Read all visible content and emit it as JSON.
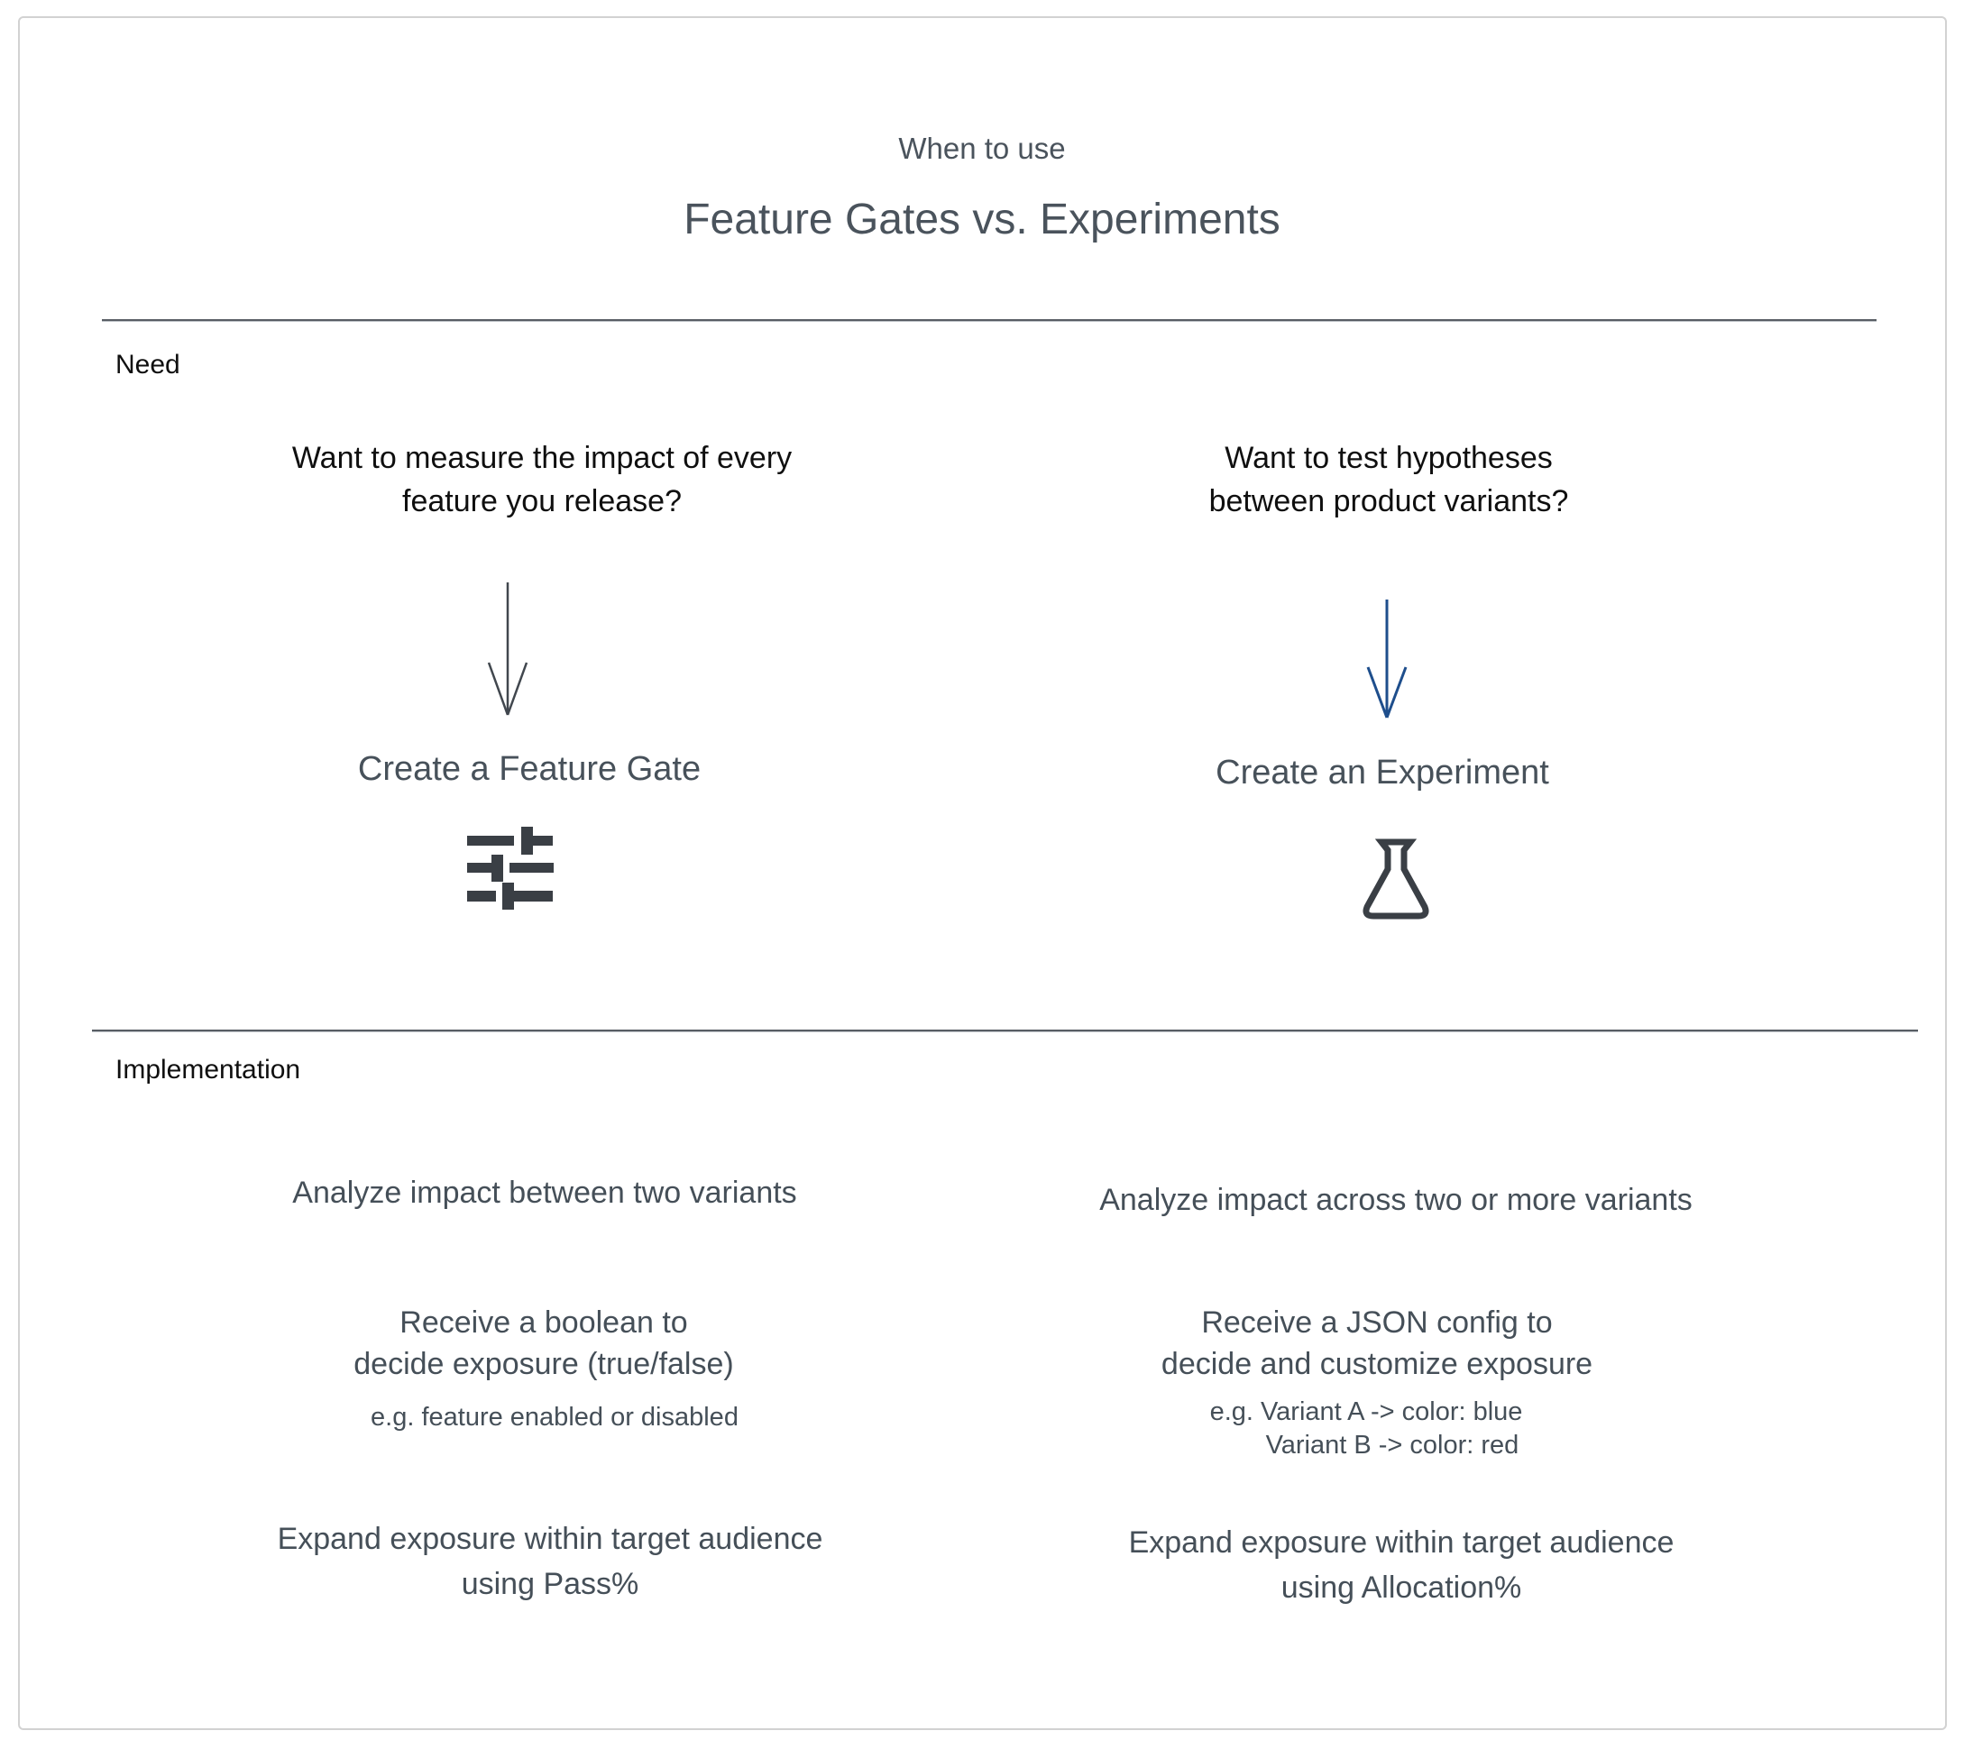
{
  "header": {
    "eyebrow": "When to use",
    "title": "Feature Gates vs. Experiments"
  },
  "sections": {
    "need": {
      "label": "Need",
      "left": {
        "question_line1": "Want to measure the impact of every",
        "question_line2": "feature you release?",
        "cta": "Create a Feature Gate",
        "icon": "tune-sliders-icon"
      },
      "right": {
        "question_line1": "Want to test hypotheses",
        "question_line2": "between product variants?",
        "cta": "Create an Experiment",
        "icon": "flask-icon"
      }
    },
    "implementation": {
      "label": "Implementation",
      "left": {
        "analyze": "Analyze impact between two variants",
        "receive_line1": "Receive a boolean to",
        "receive_line2": "decide exposure (true/false)",
        "example_line1": "e.g. feature enabled or disabled",
        "expand_line1": "Expand exposure within target audience",
        "expand_line2": "using Pass%"
      },
      "right": {
        "analyze": "Analyze impact across two or more variants",
        "receive_line1": "Receive a JSON config to",
        "receive_line2": "decide and customize exposure",
        "example_line1": "e.g. Variant A -> color: blue",
        "example_line2": "Variant B -> color: red",
        "expand_line1": "Expand exposure within target audience",
        "expand_line2": "using Allocation%"
      }
    }
  },
  "colors": {
    "slate_text": "#4a535c",
    "black_text": "#0f0f0f",
    "divider": "#585d64",
    "frame_border": "#d2d2d2",
    "arrow_gray": "#41474e",
    "arrow_blue": "#1e4e8c",
    "icon": "#3a3f45"
  }
}
